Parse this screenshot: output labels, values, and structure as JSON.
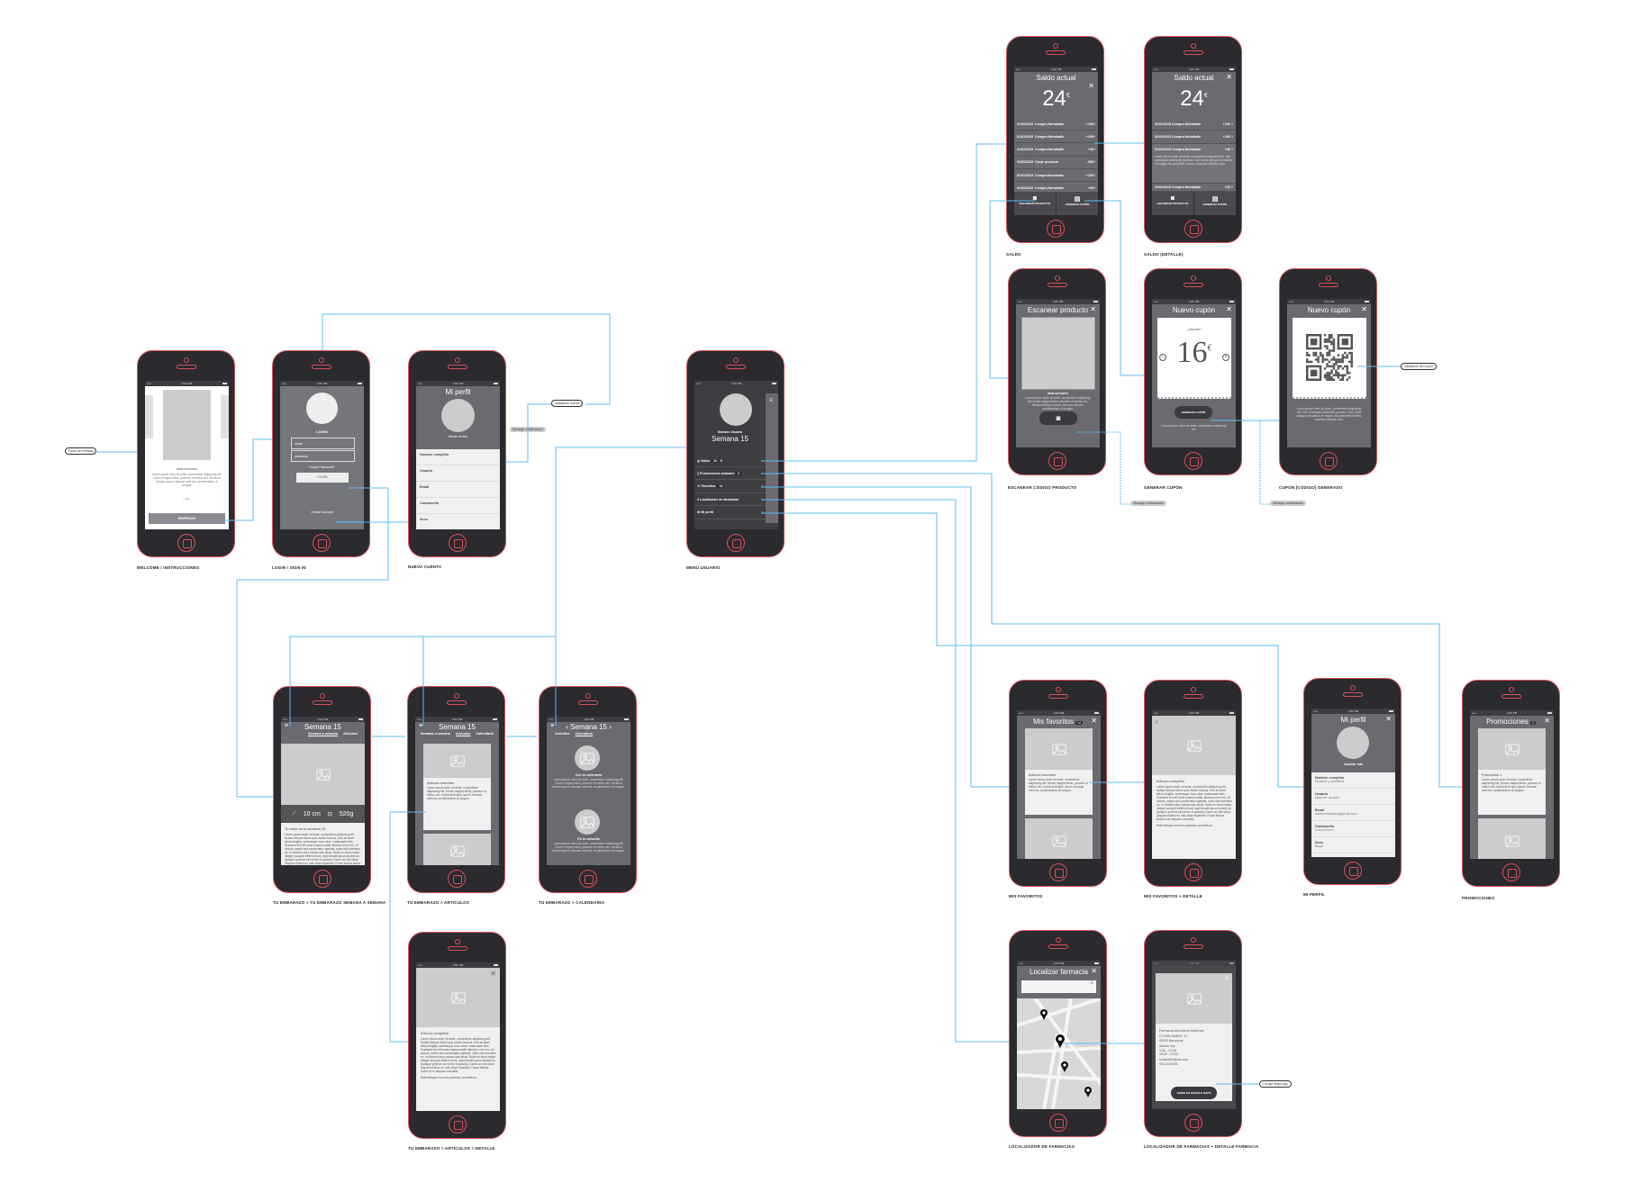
{
  "status_time": "0:00 PM",
  "status_signal": "•••••",
  "lorem_a": "Lorem ipsum dolor sit amet, consectetur adipiscing elit. Donec magna tellus, posuere ut metus nec, tincidunt tempor ipsum. Aenean velit est, condimentum ut congue.",
  "lorem_b": "Lorem ipsum dolor sit amet, consectetur adipiscing elit. Nullam tempor libero quis mollis rhoncus. Sed sit amet tellus fringilla, scelerisque risus vitae, malesuada felis. Praesent sed elit vitae massa mattis ultricies a nec leo. Ut dictum, metus sed consectetur egestas, nulla odio interdum ex, in ultricies risus massa quis lacus. Nulla eu risus neque. Integer suscipit eleifend eros, eget blandit purus laoreet ac. Quisque pretium sed tortor et gravida. Donec at velit dolor. Aliquam finibus eu odio vitae imperdiet. Fusce finibus lectus id ex aliquam convallis.",
  "lorem_b2": "Pellentesque non eros placerat, convallis ex",
  "lorem_c": "Lorem ipsum dolor sit amet, consectetur adipiscing elit. Sed consequat sollicitudin gravida. Cum sociis natoque penatibus et magnis dis parturient montes, nascetur ridiculus mus.",
  "lorem_d": "Lorem ipsum dolor sit amet, consectetur adipiscing elit.",
  "annotations": {
    "entry": "Punto de entrada",
    "validate": "Validación cuenta",
    "confirm": "Mensaje confirmación",
    "coupon_validation": "Validación del cupón",
    "gmaps": "Google Maps App"
  },
  "welcome": {
    "caption": "WELCOME / INSTRUCCIONES",
    "title": "Instrucciones",
    "dots": "○ ● ○",
    "button": "EMPEZAR"
  },
  "login": {
    "caption": "LOGIN / SIGN IN",
    "title": "LOGIN",
    "email_placeholder": "email",
    "password_placeholder": "password",
    "forgot": "Forgot Password?",
    "button": "LOGIN",
    "create": "Create Account"
  },
  "new_account": {
    "caption": "NUEVA CUENTA",
    "title": "Mi perfil",
    "photo": "Añadir mi foto",
    "fields": [
      "Nombre completo",
      "Usuario",
      "Email",
      "Contraseña",
      "Sexo"
    ]
  },
  "menu": {
    "caption": "MENÚ USUARIO",
    "user": "Nombre Usuario",
    "week": "Semana 15",
    "items": [
      {
        "label": "Saldo",
        "badge": "24",
        "suffix": "€"
      },
      {
        "label": "Promociones actuales",
        "badge": "2"
      },
      {
        "label": "Favoritos",
        "badge": "14"
      },
      {
        "label": "Localizador de farmacias"
      },
      {
        "label": "Mi perfil"
      }
    ]
  },
  "saldo": {
    "caption": "SALDO",
    "detail_caption": "SALDO (DETALLE)",
    "title": "Saldo actual",
    "amount": "24",
    "currency": "€",
    "rows": [
      {
        "date": "01/01/2015",
        "desc": "Compra Nutraladin",
        "amt": "+10€"
      },
      {
        "date": "01/01/2015",
        "desc": "Compra Nutraladin",
        "amt": "+10€"
      },
      {
        "date": "01/01/2015",
        "desc": "Compra Nutraladin",
        "amt": "+4€"
      },
      {
        "date": "01/01/2015",
        "desc": "Canje producto",
        "amt": "-30€"
      },
      {
        "date": "01/01/2015",
        "desc": "Compra Nutraladin",
        "amt": "+10€"
      },
      {
        "date": "01/01/2015",
        "desc": "Compra Nutraladin",
        "amt": "+2€"
      }
    ],
    "scan": "ESCANEAR PRODUCTO",
    "coupon": "GENERAR CUPÓN"
  },
  "scan": {
    "caption": "ESCANEAR CÓDIGO PRODUCTO",
    "title": "Escanear producto",
    "instr": "Instrucciones"
  },
  "gen": {
    "caption": "GENERAR CUPÓN",
    "title": "Nuevo cupón",
    "question": "¿Importe?",
    "amount": "16",
    "currency": "€",
    "minus": "−",
    "plus": "+",
    "button": "GENERAR CUPÓN"
  },
  "qr": {
    "caption": "CUPÓN [CÓDIGO] GENERADO",
    "title": "Nuevo cupón"
  },
  "semana": {
    "caption": "TU EMBARAZO > TU EMBARAZO SEMANA A SEMANA",
    "title": "Semana 15",
    "tabs": [
      "Semana a semana",
      "Artículos",
      "Calendario"
    ],
    "length": "10 cm",
    "weight": "520g",
    "heading": "Tu bebé en la semana 15"
  },
  "articulos": {
    "caption": "TU EMBARAZO > ARTÍCULOS",
    "card": "Artículo resumen"
  },
  "calendario": {
    "caption": "TU EMBARAZO > CALENDARIO",
    "ev1": "Con tu enfermera",
    "ev2": "En la consulta"
  },
  "art_detail": {
    "caption": "TU EMBARAZO > ARTÍCULOS > DETALLE",
    "heading": "Artículo completo"
  },
  "favs": {
    "caption": "MIS FAVORITOS",
    "detail_caption": "MIS FAVORITOS + DETALLE",
    "title": "Mis favoritos",
    "badge": "14",
    "card": "Artículo resumen",
    "heading": "Artículo completo"
  },
  "profile": {
    "caption": "MI PERFIL",
    "title": "Mi perfil",
    "photo": "Cambiar foto",
    "fields": [
      {
        "label": "Nombre completo",
        "value": "Nombre y apellidos"
      },
      {
        "label": "Usuario",
        "value": "Alias de usuario"
      },
      {
        "label": "Email",
        "value": "nombreusuario@gmail.com"
      },
      {
        "label": "Contraseña",
        "value": "••••••••••••••••"
      },
      {
        "label": "Sexo",
        "value": "Mujer"
      }
    ]
  },
  "promos": {
    "caption": "PROMOCIONES",
    "title": "Promociones",
    "badge": "2",
    "card": "Promoción 1"
  },
  "locator": {
    "caption": "LOCALIZADOR DE FARMACIAS",
    "detail_caption": "LOCALIZADOR DE FARMACIAS + DETALLE FARMACIA",
    "title": "Localizar farmacia",
    "pharmacy": {
      "name": "Farmacia Almudena Martínez",
      "address": "C/ PARLAMENT, 17",
      "city": "08015 Barcelona",
      "open": "Abierto hoy",
      "hours1": "9:00 - 13:45",
      "hours2": "16:30 - 20:30",
      "email": "santander@cce.com",
      "phone": "934 23 48 55",
      "button": "ABRIR EN GOOGLE MAPS"
    }
  }
}
